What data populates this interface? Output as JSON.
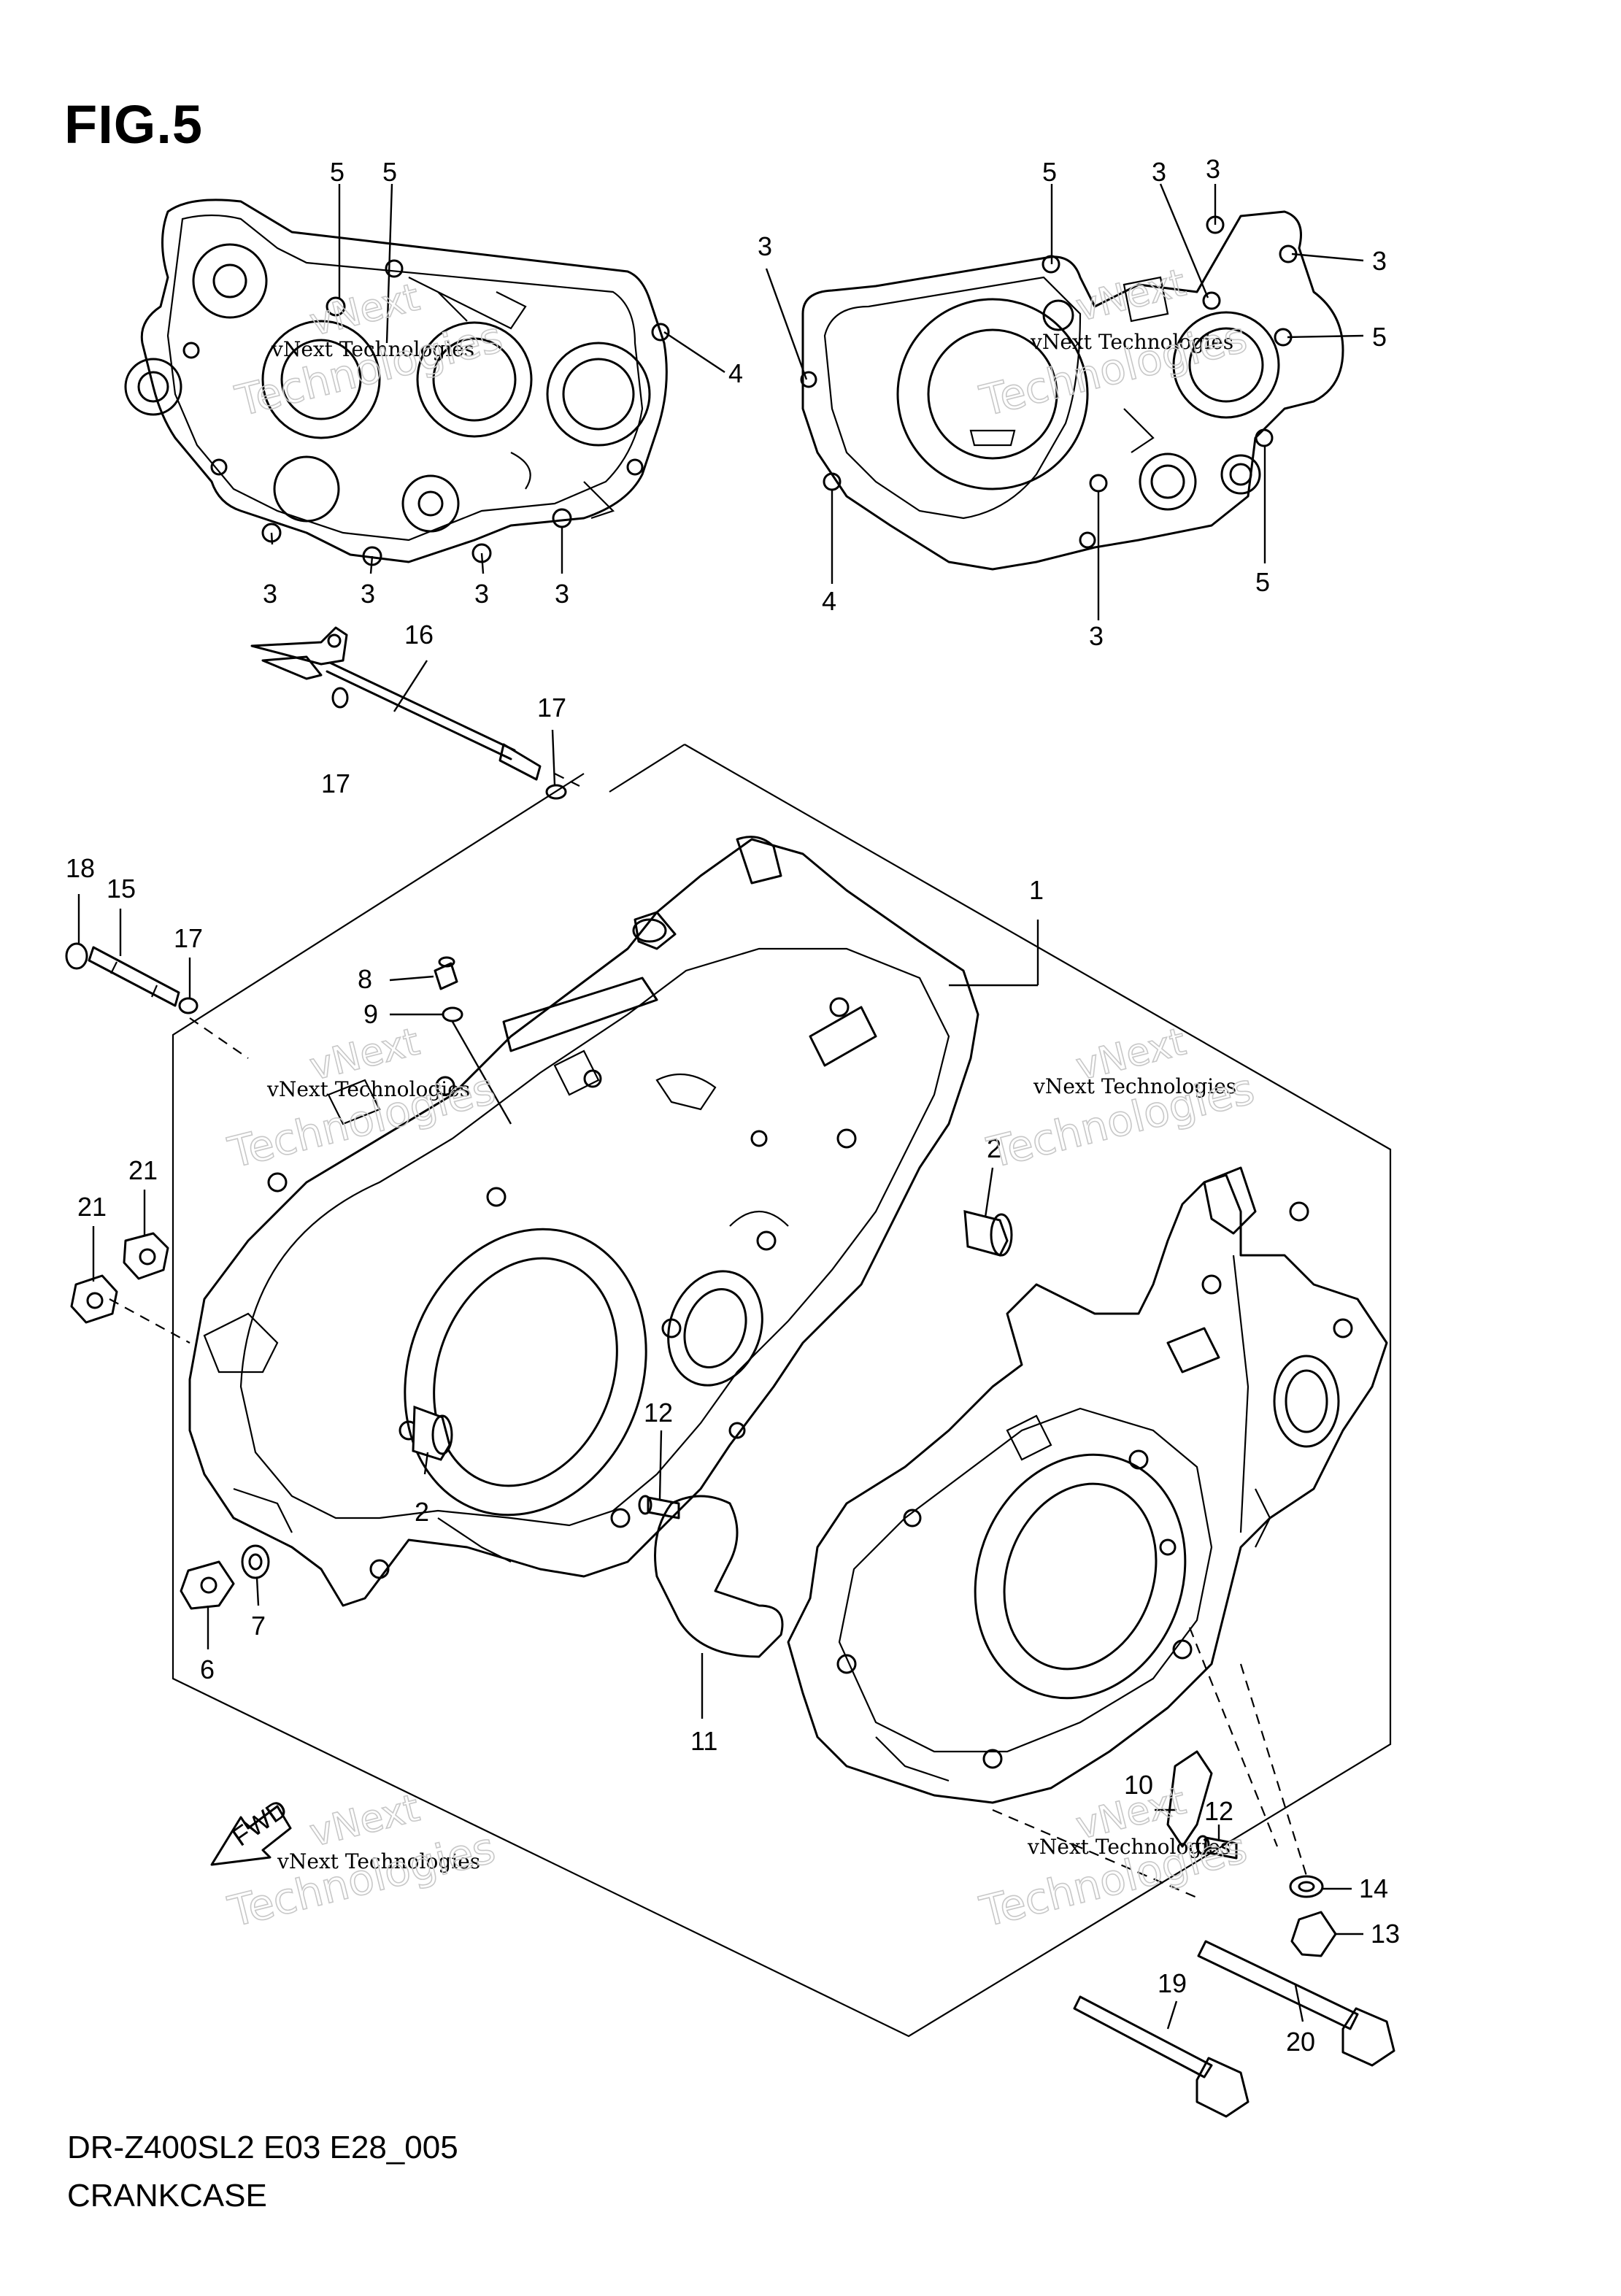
{
  "figure": {
    "title": "FIG.5",
    "model_code": "DR-Z400SL2 E03 E28_005",
    "part_group": "CRANKCASE"
  },
  "watermark": {
    "small": "vNext Technologies",
    "large_top": "vNext",
    "large_bottom": "Technologies"
  },
  "fwd_label": "FWD",
  "callouts": [
    {
      "id": "c5a",
      "label": "5"
    },
    {
      "id": "c5b",
      "label": "5"
    },
    {
      "id": "c4a",
      "label": "4"
    },
    {
      "id": "c3a",
      "label": "3"
    },
    {
      "id": "c3b",
      "label": "3"
    },
    {
      "id": "c3c",
      "label": "3"
    },
    {
      "id": "c3d",
      "label": "3"
    },
    {
      "id": "c3e",
      "label": "3"
    },
    {
      "id": "c5c",
      "label": "5"
    },
    {
      "id": "c3f",
      "label": "3"
    },
    {
      "id": "c3g",
      "label": "3"
    },
    {
      "id": "c3h",
      "label": "3"
    },
    {
      "id": "c5d",
      "label": "5"
    },
    {
      "id": "c4b",
      "label": "4"
    },
    {
      "id": "c3i",
      "label": "3"
    },
    {
      "id": "c5e",
      "label": "5"
    },
    {
      "id": "c16",
      "label": "16"
    },
    {
      "id": "c17a",
      "label": "17"
    },
    {
      "id": "c17b",
      "label": "17"
    },
    {
      "id": "c18",
      "label": "18"
    },
    {
      "id": "c15",
      "label": "15"
    },
    {
      "id": "c17c",
      "label": "17"
    },
    {
      "id": "c1",
      "label": "1"
    },
    {
      "id": "c8",
      "label": "8"
    },
    {
      "id": "c9",
      "label": "9"
    },
    {
      "id": "c2a",
      "label": "2"
    },
    {
      "id": "c21a",
      "label": "21"
    },
    {
      "id": "c21b",
      "label": "21"
    },
    {
      "id": "c12a",
      "label": "12"
    },
    {
      "id": "c2b",
      "label": "2"
    },
    {
      "id": "c6",
      "label": "6"
    },
    {
      "id": "c7",
      "label": "7"
    },
    {
      "id": "c11",
      "label": "11"
    },
    {
      "id": "c10",
      "label": "10"
    },
    {
      "id": "c12b",
      "label": "12"
    },
    {
      "id": "c14",
      "label": "14"
    },
    {
      "id": "c13",
      "label": "13"
    },
    {
      "id": "c19",
      "label": "19"
    },
    {
      "id": "c20",
      "label": "20"
    }
  ]
}
